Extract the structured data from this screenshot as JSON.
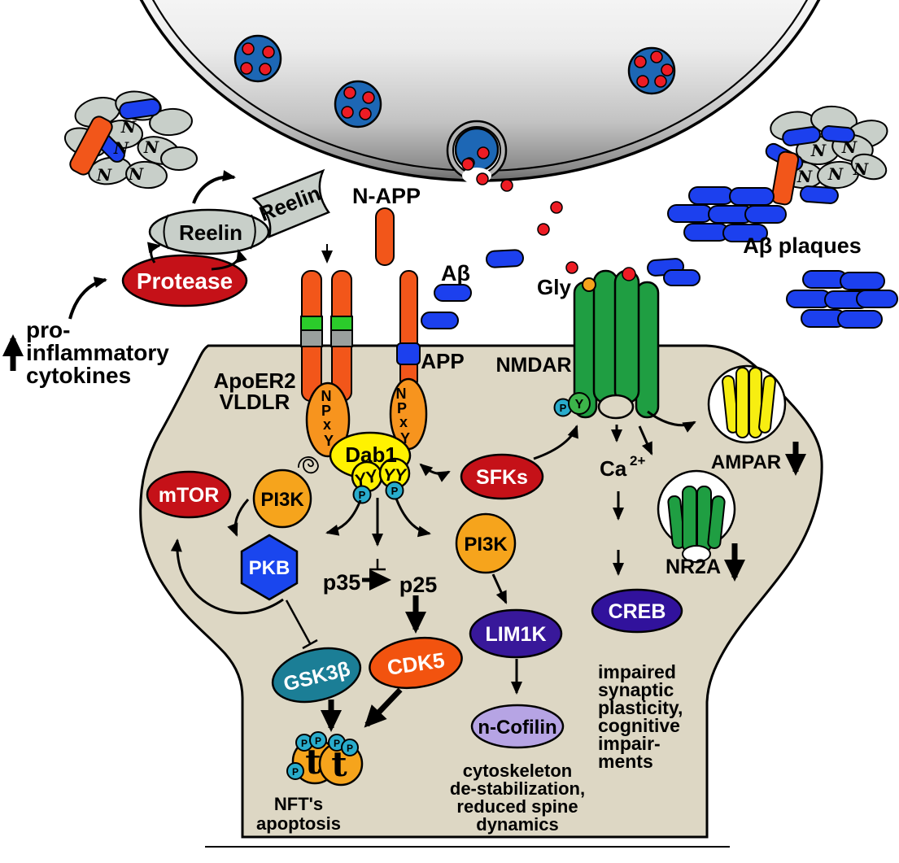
{
  "palette": {
    "cell_fill": "#ddd7c4",
    "outline": "#000000",
    "receptor_rod_orange": "#f2561a",
    "npxy_orange": "#f7941e",
    "green_band": "#2bcc2b",
    "gray_band": "#9aa09e",
    "abeta_blue": "#1c40ee",
    "vesicle_blue": "#1d67b5",
    "dot_red": "#ed1c24",
    "node_red": "#c51118",
    "node_orange": "#f6a41c",
    "pkb_blue": "#1a46ee",
    "gsk3b_teal": "#1b7e96",
    "cdk5_orange": "#f2530f",
    "lim1k_purple": "#38189a",
    "creb_indigo": "#31129c",
    "cofilin_lavender": "#b6a4e4",
    "nmdar_green": "#1f9e42",
    "ampar_yellow": "#f7ee11",
    "phospho_cyan": "#29accc",
    "y_circle_green": "#3cb44a",
    "dab1_yellow": "#fff200",
    "aggregate_gray": "#c8cfc9",
    "terminal_dark": "#5f5f5f"
  },
  "labels": {
    "cytokines": [
      "pro-",
      "inflammatory",
      "cytokines"
    ],
    "protease": "Protease",
    "reelin": "Reelin",
    "n_app": "N-APP",
    "abeta": "Aβ",
    "abeta_plaques": "Aβ plaques",
    "gly": "Gly",
    "apoer2": "ApoER2",
    "vldlr": "VLDLR",
    "app": "APP",
    "nmdar": "NMDAR",
    "npxy": [
      "N",
      "P",
      "x",
      "Y"
    ],
    "dab1": "Dab1",
    "yy": "YY",
    "p": "P",
    "y": "Y",
    "sfks": "SFKs",
    "mtor": "mTOR",
    "pi3k": "PI3K",
    "pkb": "PKB",
    "p35": "p35",
    "p25": "p25",
    "gsk3b": "GSK3β",
    "cdk5": "CDK5",
    "lim1k": "LIM1K",
    "creb": "CREB",
    "n_cofilin": "n-Cofilin",
    "ca": "Ca",
    "ca_sup": "2+",
    "ampar": "AMPAR",
    "nr2a": "NR2A",
    "tau": "t",
    "n": "N",
    "nft": [
      "NFT's",
      "apoptosis"
    ],
    "cytoskeleton": [
      "cytoskeleton",
      "de-stabilization,",
      "reduced spine",
      "dynamics"
    ],
    "impaired": [
      "impaired",
      "synaptic",
      "plasticity,",
      "cognitive",
      "impair-",
      "ments"
    ]
  }
}
